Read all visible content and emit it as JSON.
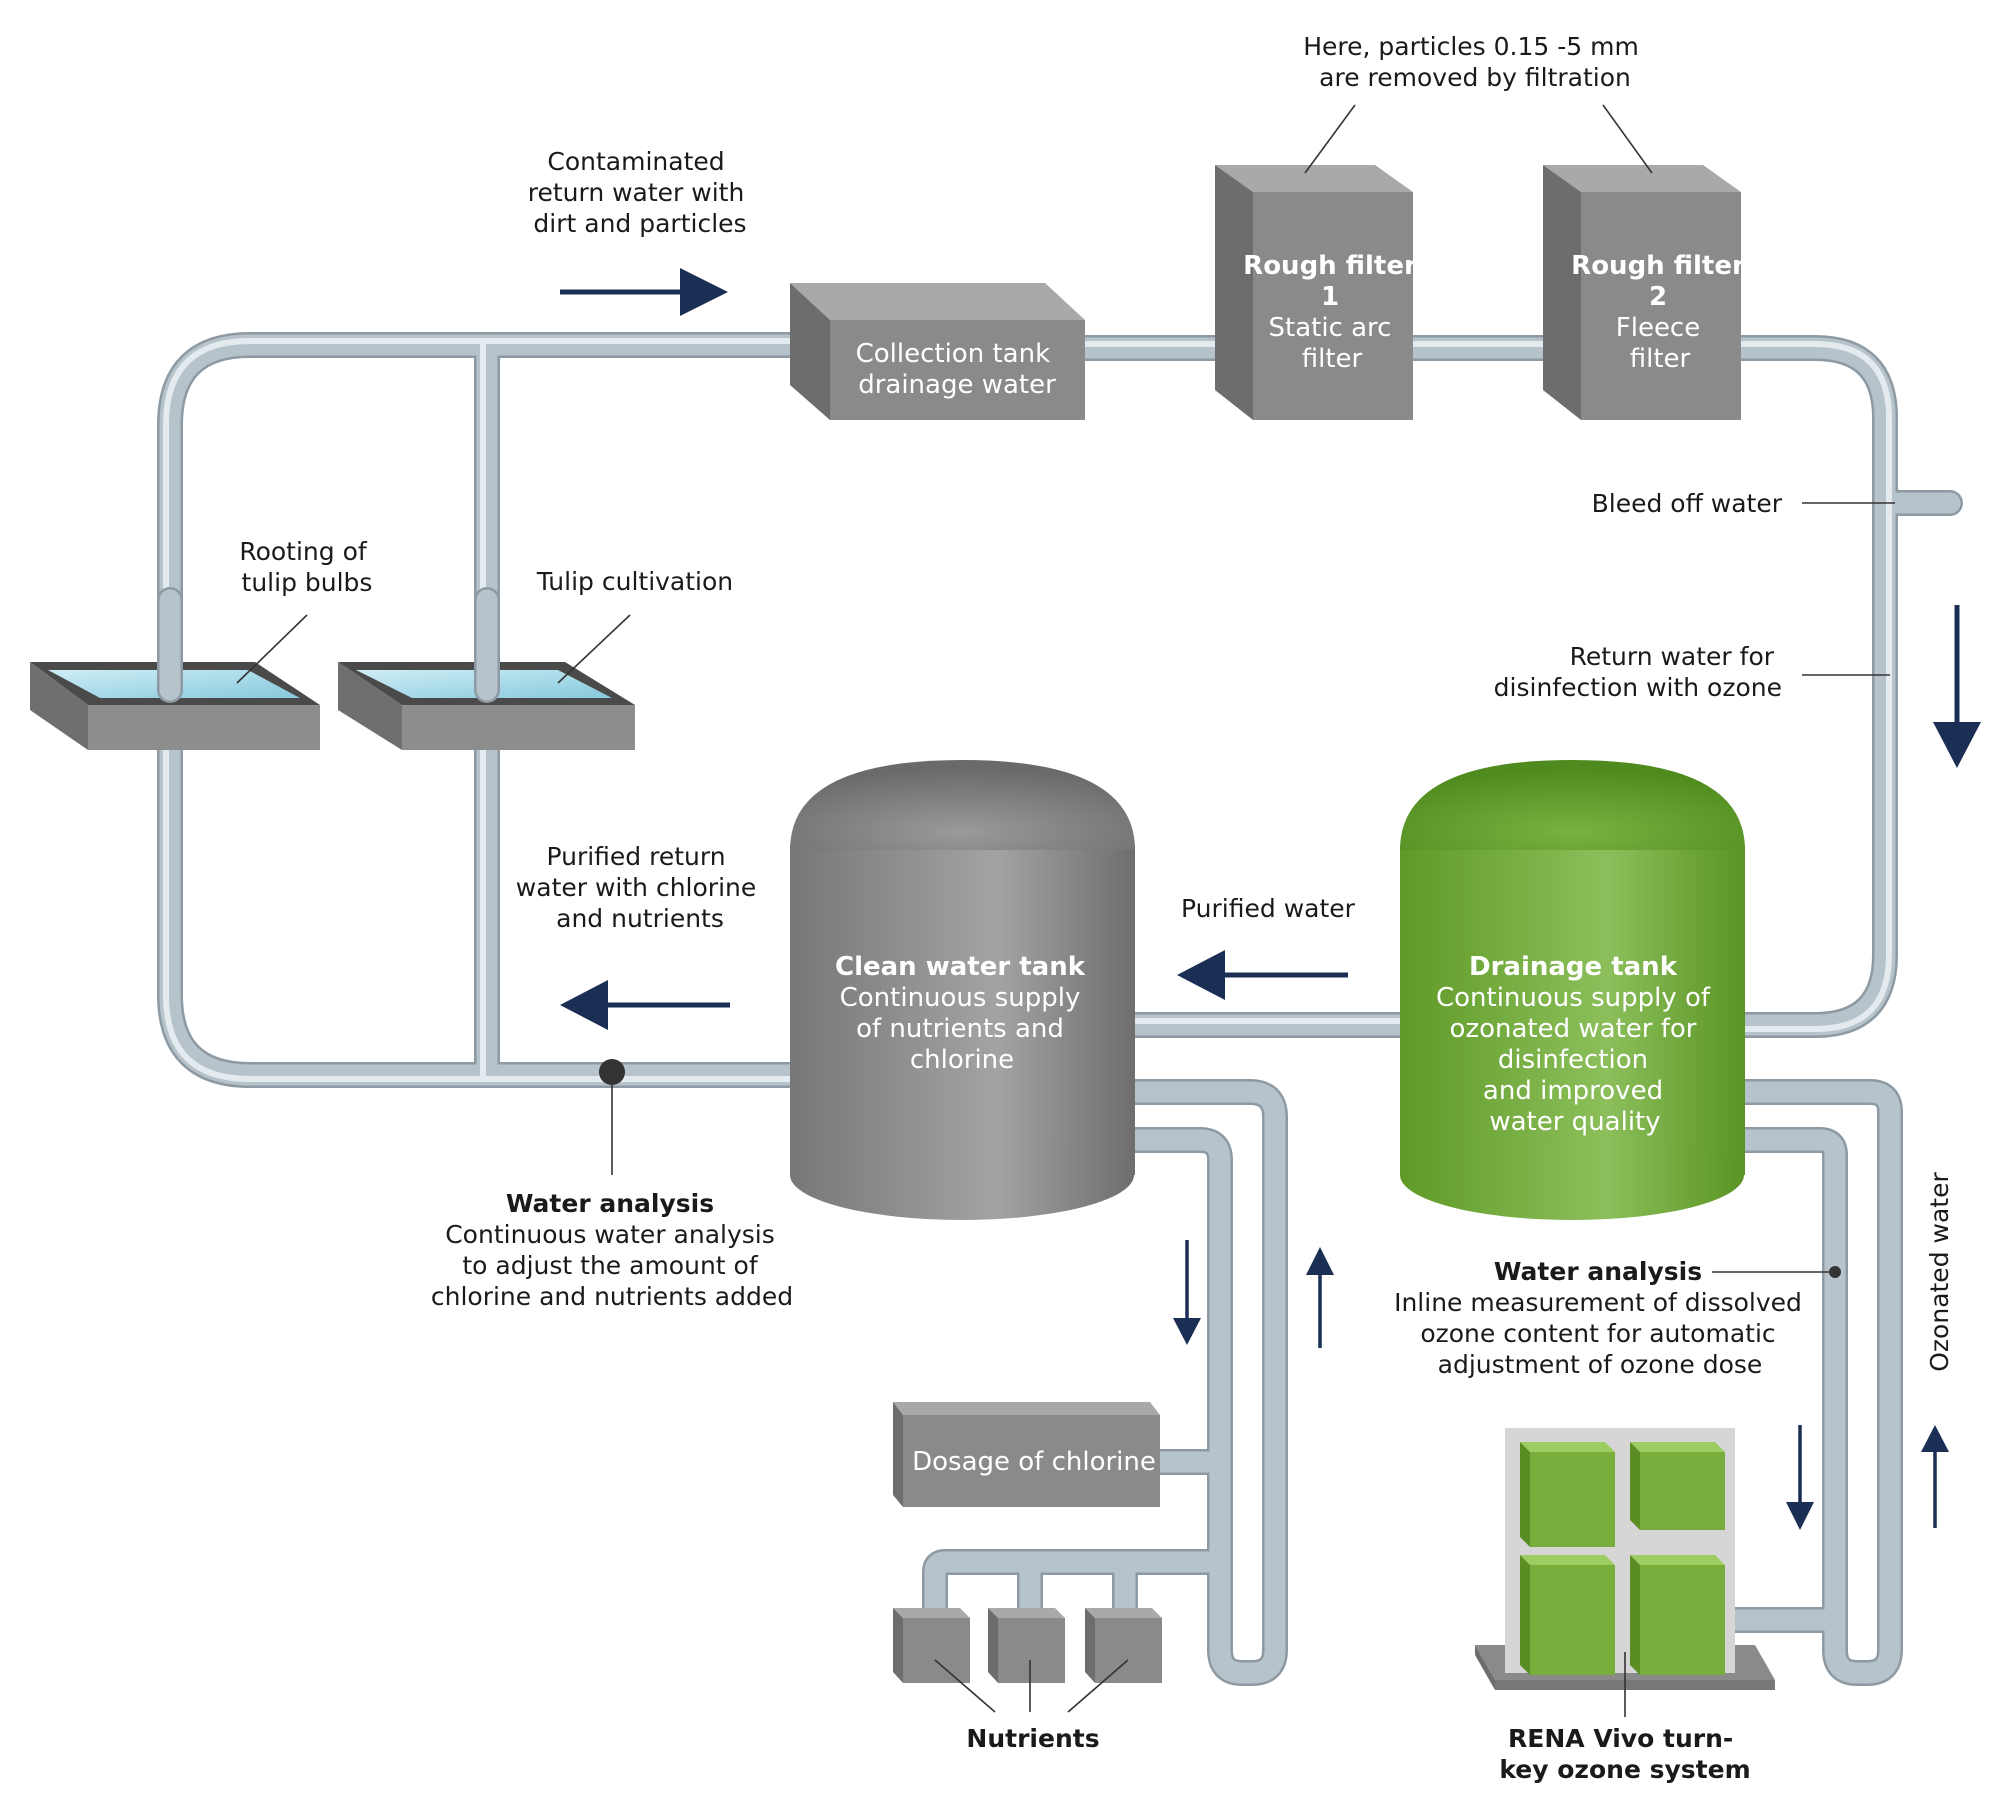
{
  "labels": {
    "contaminated": [
      "Contaminated",
      "return water with",
      "dirt and particles"
    ],
    "particles_note": [
      "Here, particles 0.15 -5 mm",
      "are removed by filtration"
    ],
    "collection_tank": [
      "Collection tank",
      "drainage water"
    ],
    "rough_filter_1": {
      "title": [
        "Rough filter",
        "1"
      ],
      "sub": [
        "Static arc",
        "filter"
      ]
    },
    "rough_filter_2": {
      "title": [
        "Rough filter",
        "2"
      ],
      "sub": [
        "Fleece",
        "filter"
      ]
    },
    "bleed_off": "Bleed off water",
    "return_water": [
      "Return water for",
      "disinfection with ozone"
    ],
    "rooting": [
      "Rooting of",
      "tulip bulbs"
    ],
    "tulip_cultivation": "Tulip cultivation",
    "purified_return": [
      "Purified return",
      "water with chlorine",
      "and nutrients"
    ],
    "purified_water": "Purified water",
    "clean_tank": {
      "title": "Clean water tank",
      "lines": [
        "Continuous supply",
        "of nutrients and",
        "chlorine"
      ]
    },
    "drainage_tank": {
      "title": "Drainage tank",
      "lines": [
        "Continuous supply of",
        "ozonated water for",
        "disinfection",
        "and improved",
        "water quality"
      ]
    },
    "water_analysis_left": {
      "title": "Water analysis",
      "lines": [
        "Continuous water analysis",
        "to adjust the amount of",
        "chlorine and nutrients added"
      ]
    },
    "water_analysis_right": {
      "title": "Water analysis",
      "lines": [
        "Inline measurement of dissolved",
        "ozone content for automatic",
        "adjustment of ozone dose"
      ]
    },
    "ozonated_water": "Ozonated water",
    "dosage_chlorine": "Dosage of chlorine",
    "nutrients": "Nutrients",
    "rena_vivo": [
      "RENA Vivo turn-",
      "key ozone system"
    ]
  },
  "colors": {
    "pipe": "#a9b6bf",
    "pipe_highlight": "#dde5ea",
    "box_front": "#8a8a8a",
    "box_side": "#6e6e6e",
    "box_top": "#a5a5a5",
    "green_tank": "#6aa532",
    "green_box": "#79ae3c",
    "arrow": "#1b2f55",
    "water": "#a8dbe8"
  }
}
